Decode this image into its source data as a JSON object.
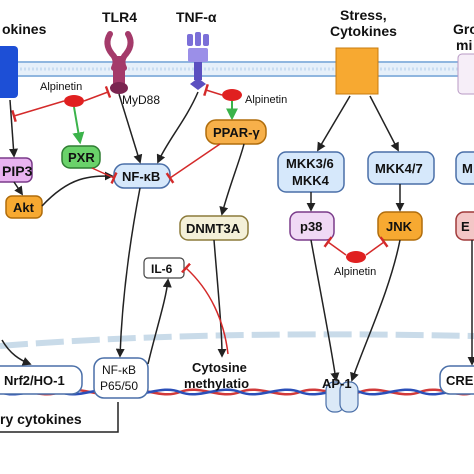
{
  "labels": {
    "cytokines_top": "okines",
    "tlr4": "TLR4",
    "tnf": "TNF-α",
    "stress_line1": "Stress,",
    "stress_line2": "Cytokines",
    "growth_line1": "Gro",
    "growth_line2": "mi",
    "alpinetin_left": "Alpinetin",
    "alpinetin_right": "Alpinetin",
    "alpinetin_bottom": "Alpinetin",
    "myd88": "MyD88",
    "pip3": "PIP3",
    "pxr": "PXR",
    "nfkb": "NF-κB",
    "ppar": "PPAR-γ",
    "mkk36_line1": "MKK3/6",
    "mkk36_line2": "MKK4",
    "mkk47": "MKK4/7",
    "m_partial": "M",
    "akt": "Akt",
    "dnmt3a": "DNMT3A",
    "p38": "p38",
    "jnk": "JNK",
    "e_partial": "E",
    "il6": "IL-6",
    "nrf2": "Nrf2/HO-1",
    "nfkb_nuc_line1": "NF-κB",
    "nfkb_nuc_line2": "P65/50",
    "cyt_meth_line1": "Cytosine",
    "cyt_meth_line2": "methylatio",
    "ap1": "AP-1",
    "cre_partial": "CRE",
    "inflam_cytokines": "ry cytokines"
  },
  "colors": {
    "blue_receptor": "#1d4fd6",
    "orange_box": "#f7a931",
    "node_fill": "#d6e8fb",
    "node_stroke": "#4a6fa8",
    "pxr_fill": "#6ad26a",
    "akt_fill": "#f7a931",
    "ppar_fill": "#f7b04a",
    "dnmt_fill": "#f4f0d8",
    "p38_fill": "#f0d9f5",
    "jnk_fill": "#f7a931",
    "inhibitor_red": "#d42a2a",
    "activation_green": "#3bb34a",
    "membrane_blue": "#b8d4ef",
    "tlr4_purple": "#a43a6a",
    "tnf_purple": "#7b6fd8"
  }
}
